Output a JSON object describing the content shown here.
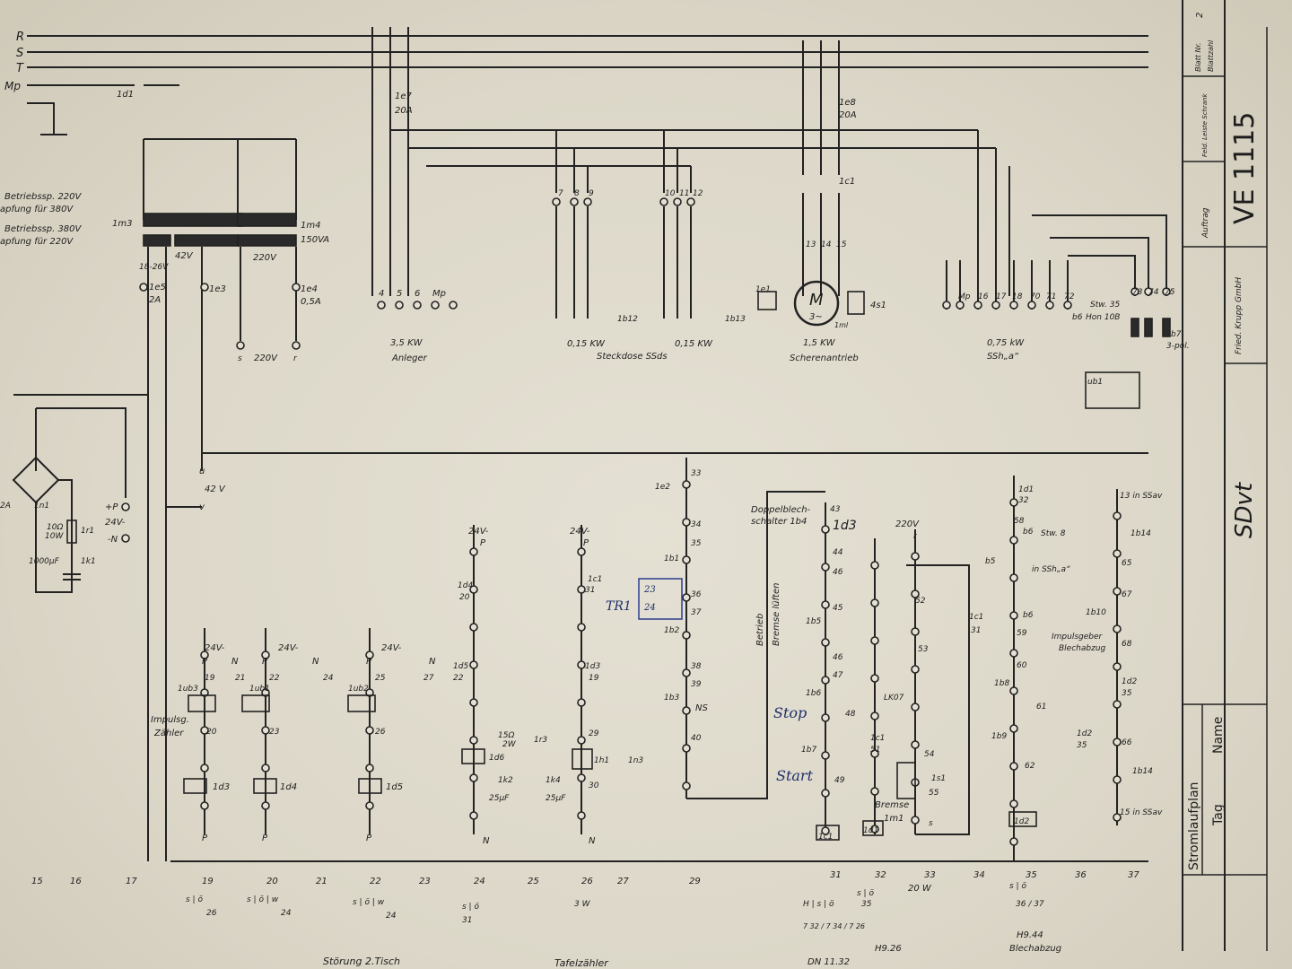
{
  "title_block": {
    "drawing_number": "VE 1115",
    "company": "Fried. Krupp GmbH",
    "order_label": "Auftrag",
    "sheet_no_label": "Blatt Nr.",
    "sheet_count_label": "Blattzahl",
    "sheet_no": "2",
    "field_labels": "Feld. Leiste Schrank",
    "machine_code": "SDvt",
    "plan_title": "Stromlaufplan",
    "name_label": "Name",
    "day_label": "Tag"
  },
  "labels": {
    "R": "R",
    "S": "S",
    "T": "T",
    "Mp": "Mp",
    "d1": "1d1",
    "e7": "1e7",
    "e7a": "20A",
    "e8": "1e8",
    "e8a": "20A",
    "tr1a": "Betriebssp.  220V",
    "tr1b": "apfung für  380V",
    "tr2a": "Betriebssp.  380V",
    "tr2b": "apfung für  220V",
    "m3": "1m3",
    "m4": "1m4",
    "m4va": "150VA",
    "v1826": "18-26V",
    "v42": "42V",
    "v220a": "220V",
    "e5": "1e5",
    "e5a": "2A",
    "e3": "1e3",
    "e4": "1e4",
    "e4a": "0,5A",
    "s": "s",
    "r": "r",
    "v220b": "220V",
    "t4": "4",
    "t5": "5",
    "t6": "6",
    "tmp1": "Mp",
    "kw35": "3,5 KW",
    "anleger": "Anleger",
    "t7": "7",
    "t8": "8",
    "t9": "9",
    "t10": "10",
    "t11": "11",
    "t12": "12",
    "b12": "1b12",
    "b13": "1b13",
    "kw015a": "0,15 KW",
    "steckdose": "Steckdose SSds",
    "kw015b": "0,15 KW",
    "c1top": "1c1",
    "t13": "13",
    "t14": "14",
    "t15": "15",
    "motorM": "M",
    "motor3": "3~",
    "e1": "1e1",
    "s4": "4s1",
    "ml1": "1ml",
    "kw15": "1,5 KW",
    "scheren": "Scherenantrieb",
    "tmp2": "Mp",
    "t16": "16",
    "t17": "17",
    "t18": "18",
    "t70": "70",
    "t71": "71",
    "t72": "72",
    "t73": "73",
    "t74": "74",
    "t75": "75",
    "stw35": "Stw. 35",
    "hon": "Hon 10B",
    "b6a": "b6",
    "b7a": "b7",
    "pol3": "3-pol.",
    "kw075": "0,75 kW",
    "ssha": "SSh„a“",
    "ub1": "ub1",
    "u": "u",
    "v42b": "42 V",
    "v": "v",
    "pP": "+P",
    "v24": "24V-",
    "nN": "-N",
    "n1": "1n1",
    "a2": "2A",
    "r10": "10Ω",
    "w10": "10W",
    "r1": "1r1",
    "c1000": "1000µF",
    "k1": "1k1",
    "c19v": "24V-",
    "c19p": "P",
    "c19n": "N",
    "c19a": "19",
    "c19b": "21",
    "ub3": "1ub3",
    "impA": "Impulsg.",
    "impB": "Zähler",
    "c19c": "20",
    "d3a": "1d3",
    "c19e": "P",
    "c20v": "24V-",
    "c20p": "P",
    "c20n": "N",
    "c20a": "22",
    "c20b": "24",
    "ub1b": "1ub1",
    "c20c": "23",
    "d4": "1d4",
    "c20e": "P",
    "c22v": "24V-",
    "c22p": "P",
    "c22n": "N",
    "c22a": "25",
    "c22b": "27",
    "ub2": "1ub2",
    "c22c": "26",
    "d5": "1d5",
    "c22e": "P",
    "c24v": "24V-",
    "c24p": "P",
    "d4b": "1d4",
    "c24a": "20",
    "d5b": "1d5",
    "c24b": "22",
    "r15": "15Ω",
    "w2": "2W",
    "r3": "1r3",
    "d6": "1d6",
    "k2": "1k2",
    "k4": "1k4",
    "uf25a": "25µF",
    "uf25b": "25µF",
    "c24n": "N",
    "c26v": "24V-",
    "c26p": "P",
    "c1b": "1c1",
    "c26a": "31",
    "d3b": "1d3",
    "c26b": "19",
    "c26c": "29",
    "h1": "1h1",
    "n3": "1n3",
    "c26d": "30",
    "c26n": "N",
    "t33": "33",
    "e2": "1e2",
    "t34": "34",
    "t35": "35",
    "b1": "1b1",
    "t36": "36",
    "t37": "37",
    "b2": "1b2",
    "t38": "38",
    "t39": "39",
    "b3": "1b3",
    "ns": "NS",
    "t40": "40",
    "tr1hand": "TR1",
    "n23": "23",
    "n24": "24",
    "doppelA": "Doppelblech-",
    "doppelB": "schalter 1b4",
    "t43": "43",
    "d3c": "1d3",
    "betrieb": "Betrieb",
    "bremse": "Bremse lüften",
    "t44": "44",
    "t46": "46",
    "t45": "45",
    "b5": "1b5",
    "t46b": "46",
    "t47": "47",
    "b6": "1b6",
    "t48": "48",
    "b7": "1b7",
    "t49": "49",
    "stopHand": "Stop",
    "startHand": "Start",
    "lk07a": "LK07",
    "c1c": "1c1",
    "t51": "51",
    "c1d": "1c1",
    "d1b": "1d1",
    "v220c": "220V",
    "rr": "r",
    "t52": "52",
    "c1e": "1c1",
    "t31b": "31",
    "t53": "53",
    "t54": "54",
    "s1": "1s1",
    "t55": "55",
    "ss": "s",
    "bremseB": "Bremse",
    "m1": "1m1",
    "d1c": "1d1",
    "t32": "32",
    "t58": "58",
    "b6b": "b6",
    "stw8": "Stw. 8",
    "b5b": "b5",
    "inssh": "in SSh„a“",
    "b6c": "b6",
    "t59": "59",
    "t60": "60",
    "b8": "1b8",
    "t61": "61",
    "d2": "1d2",
    "t35b": "35",
    "b9": "1b9",
    "t62": "62",
    "d2b": "1d2",
    "in13": "13 in SSav",
    "b14": "1b14",
    "t65": "65",
    "t67": "67",
    "b10": "1b10",
    "impgA": "Impulsgeber",
    "impgB": "Blechabzug",
    "t68": "68",
    "d2c": "1d2",
    "t35c": "35",
    "t66": "66",
    "b14b": "1b14",
    "in15": "15 in SSav"
  },
  "columns": [
    "15",
    "16",
    "17",
    "19",
    "20",
    "21",
    "22",
    "23",
    "24",
    "25",
    "26",
    "27",
    "29",
    "31",
    "32",
    "33",
    "34",
    "35",
    "36",
    "37"
  ],
  "contact_tables": {
    "c19": {
      "head": "s | ö",
      "vals": "26"
    },
    "c20": {
      "head": "s | ö | w",
      "vals": "24"
    },
    "c22": {
      "head": "s | ö | w",
      "vals": "24"
    },
    "c24": {
      "head": "s | ö",
      "vals": "31"
    },
    "c26": "3 W",
    "c31": {
      "head": "H | s | ö",
      "vals": "7 32 / 7 34 / 7 26"
    },
    "c32": {
      "head": "s | ö",
      "vals": "35"
    },
    "c32w": "20 W",
    "c35": {
      "head": "s | ö",
      "vals": "36 / 37"
    }
  },
  "footer": {
    "stoerung": "Störung 2.Tisch",
    "tafelzaehler": "Tafelzähler",
    "dn": "DN 11.32",
    "h926": "H9.26",
    "h944": "H9.44",
    "blechabzug": "Blechabzug"
  },
  "colors": {
    "paper": "#e0dccf",
    "ink": "#1d1d1d",
    "pen": "#2a3d8f"
  }
}
